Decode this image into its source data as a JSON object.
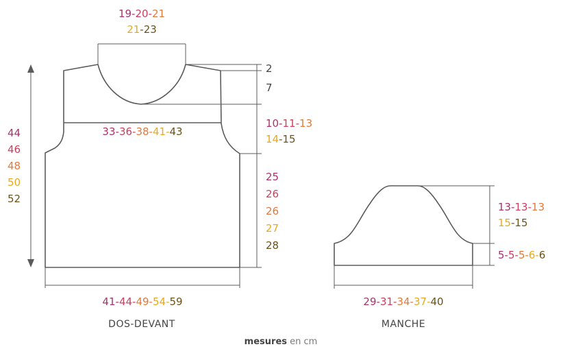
{
  "colors": {
    "c1": "#a8326e",
    "c2": "#c93f5e",
    "c3": "#e07a3c",
    "c4": "#e8a91c",
    "c5": "#6b5219",
    "line": "#5b5b5b",
    "plain": "#444444"
  },
  "labels": {
    "neck_top": [
      {
        "t": "19",
        "c": "c1"
      },
      {
        "t": "-",
        "c": "c1"
      },
      {
        "t": "20",
        "c": "c2"
      },
      {
        "t": "-",
        "c": "c2"
      },
      {
        "t": "21",
        "c": "c3"
      }
    ],
    "neck_bottom": [
      {
        "t": "21",
        "c": "c4"
      },
      {
        "t": "-",
        "c": "c5"
      },
      {
        "t": "23",
        "c": "c5"
      }
    ],
    "shoulder_drop": [
      {
        "t": "2",
        "c": "plain"
      }
    ],
    "neck_depth": [
      {
        "t": "7",
        "c": "plain"
      }
    ],
    "chest": [
      {
        "t": "33",
        "c": "c1"
      },
      {
        "t": "-",
        "c": "c1"
      },
      {
        "t": "36",
        "c": "c2"
      },
      {
        "t": "-",
        "c": "c2"
      },
      {
        "t": "38",
        "c": "c3"
      },
      {
        "t": "-",
        "c": "c3"
      },
      {
        "t": "41",
        "c": "c4"
      },
      {
        "t": "-",
        "c": "c4"
      },
      {
        "t": "43",
        "c": "c5"
      }
    ],
    "armhole_1": [
      {
        "t": "10",
        "c": "c1"
      },
      {
        "t": "-",
        "c": "c1"
      },
      {
        "t": "11",
        "c": "c2"
      },
      {
        "t": "-",
        "c": "c2"
      },
      {
        "t": "13",
        "c": "c3"
      }
    ],
    "armhole_2": [
      {
        "t": "14",
        "c": "c4"
      },
      {
        "t": "-",
        "c": "c5"
      },
      {
        "t": "15",
        "c": "c5"
      }
    ],
    "length": [
      "44",
      "46",
      "48",
      "50",
      "52"
    ],
    "length_colors": [
      "c1",
      "c2",
      "c3",
      "c4",
      "c5"
    ],
    "side": [
      "25",
      "26",
      "26",
      "27",
      "28"
    ],
    "side_colors": [
      "c1",
      "c2",
      "c3",
      "c4",
      "c5"
    ],
    "width": [
      {
        "t": "41",
        "c": "c1"
      },
      {
        "t": "-",
        "c": "c1"
      },
      {
        "t": "44",
        "c": "c2"
      },
      {
        "t": "-",
        "c": "c2"
      },
      {
        "t": "49",
        "c": "c3"
      },
      {
        "t": "-",
        "c": "c3"
      },
      {
        "t": "54",
        "c": "c4"
      },
      {
        "t": "-",
        "c": "c4"
      },
      {
        "t": "59",
        "c": "c5"
      }
    ],
    "cap_1": [
      {
        "t": "13",
        "c": "c1"
      },
      {
        "t": "-",
        "c": "c1"
      },
      {
        "t": "13",
        "c": "c2"
      },
      {
        "t": "-",
        "c": "c2"
      },
      {
        "t": "13",
        "c": "c3"
      }
    ],
    "cap_2": [
      {
        "t": "15",
        "c": "c4"
      },
      {
        "t": "-",
        "c": "c5"
      },
      {
        "t": "15",
        "c": "c5"
      }
    ],
    "sleeve_band": [
      {
        "t": "5",
        "c": "c1"
      },
      {
        "t": "-",
        "c": "c1"
      },
      {
        "t": "5",
        "c": "c2"
      },
      {
        "t": "-",
        "c": "c2"
      },
      {
        "t": "5",
        "c": "c3"
      },
      {
        "t": "-",
        "c": "c3"
      },
      {
        "t": "6",
        "c": "c4"
      },
      {
        "t": "-",
        "c": "c4"
      },
      {
        "t": "6",
        "c": "c5"
      }
    ],
    "sleeve_width": [
      {
        "t": "29",
        "c": "c1"
      },
      {
        "t": "-",
        "c": "c1"
      },
      {
        "t": "31",
        "c": "c2"
      },
      {
        "t": "-",
        "c": "c2"
      },
      {
        "t": "34",
        "c": "c3"
      },
      {
        "t": "-",
        "c": "c3"
      },
      {
        "t": "37",
        "c": "c4"
      },
      {
        "t": "-",
        "c": "c4"
      },
      {
        "t": "40",
        "c": "c5"
      }
    ]
  },
  "captions": {
    "body": "DOS-DEVANT",
    "sleeve": "MANCHE",
    "units_bold": "mesures",
    "units_rest": " en cm"
  }
}
